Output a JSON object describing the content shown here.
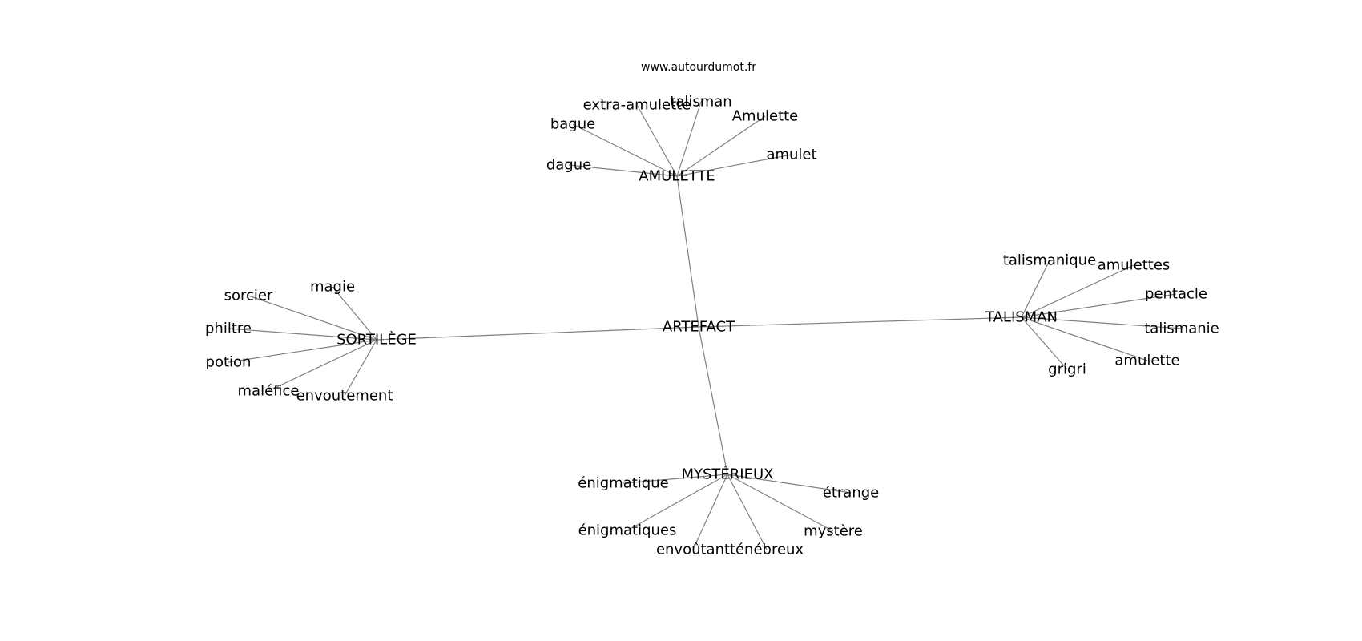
{
  "source": "www.autourdumot.fr",
  "center": "ARTEFACT",
  "branches": [
    {
      "word": "AMULETTE",
      "leaves": [
        "dague",
        "bague",
        "extra-amulette",
        "talisman",
        "Amulette",
        "amulet"
      ]
    },
    {
      "word": "SORTILÈGE",
      "leaves": [
        "sorcier",
        "magie",
        "philtre",
        "potion",
        "maléfice",
        "envoutement"
      ]
    },
    {
      "word": "TALISMAN",
      "leaves": [
        "talismanique",
        "amulettes",
        "pentacle",
        "talismanie",
        "amulette",
        "grigri"
      ]
    },
    {
      "word": "MYSTÉRIEUX",
      "leaves": [
        "énigmatique",
        "énigmatiques",
        "envoûtant",
        "ténébreux",
        "mystère",
        "étrange"
      ]
    }
  ],
  "colors": {
    "edge": "#808080",
    "text": "#000000",
    "background": "#ffffff"
  }
}
